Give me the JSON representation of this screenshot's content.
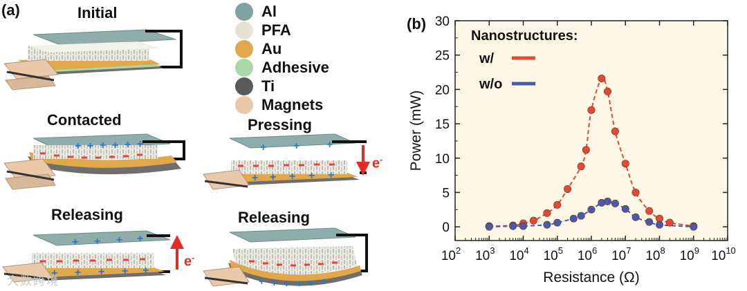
{
  "panel_a": {
    "tag": "(a)",
    "stages": {
      "initial": "Initial",
      "contacted": "Contacted",
      "pressing": "Pressing",
      "releasing_1": "Releasing",
      "releasing_2": "Releasing"
    },
    "electron_label": "e",
    "electron_sup": "-",
    "legend": [
      {
        "label": "Al",
        "color": "#7ea3a0"
      },
      {
        "label": "PFA",
        "color": "#e6e3d6"
      },
      {
        "label": "Au",
        "color": "#e0a84a"
      },
      {
        "label": "Adhesive",
        "color": "#a9d8a8"
      },
      {
        "label": "Ti",
        "color": "#5a5a5a"
      },
      {
        "label": "Magnets",
        "color": "#e9c9aa"
      }
    ],
    "colors": {
      "positive": "#2a78c8",
      "negative": "#e8403a",
      "arrow": "#e02e24"
    }
  },
  "panel_b": {
    "tag": "(b)",
    "legend_title": "Nanostructures:",
    "legend_items": [
      {
        "label": "w/",
        "color": "#e04a36"
      },
      {
        "label": "w/o",
        "color": "#4a5aa8"
      }
    ],
    "plot_background": "#fdf8e6"
  },
  "chart_data": {
    "type": "scatter",
    "xlabel": "Resistance (Ω)",
    "ylabel": "Power (mW)",
    "x_scale": "log",
    "xlim": [
      100,
      10000000000
    ],
    "ylim": [
      -2,
      30
    ],
    "x_tick_labels": [
      {
        "base": "10",
        "exp": "2"
      },
      {
        "base": "10",
        "exp": "3"
      },
      {
        "base": "10",
        "exp": "4"
      },
      {
        "base": "10",
        "exp": "5"
      },
      {
        "base": "10",
        "exp": "6"
      },
      {
        "base": "10",
        "exp": "7"
      },
      {
        "base": "10",
        "exp": "8"
      },
      {
        "base": "10",
        "exp": "9"
      },
      {
        "base": "10",
        "exp": "10"
      }
    ],
    "y_ticks": [
      0,
      5,
      10,
      15,
      20,
      25,
      30
    ],
    "grid": false,
    "series": [
      {
        "name": "w/",
        "color": "#e04a36",
        "points": [
          [
            1000,
            0.1
          ],
          [
            5000,
            0.2
          ],
          [
            10000,
            0.5
          ],
          [
            20000,
            0.9
          ],
          [
            50000,
            2.0
          ],
          [
            100000,
            3.2
          ],
          [
            200000,
            5.5
          ],
          [
            500000,
            8.8
          ],
          [
            700000,
            11.2
          ],
          [
            1000000,
            17.0
          ],
          [
            2000000,
            21.6
          ],
          [
            3000000,
            19.7
          ],
          [
            5000000,
            13.9
          ],
          [
            10000000,
            9.2
          ],
          [
            20000000,
            5.0
          ],
          [
            50000000,
            2.3
          ],
          [
            100000000,
            1.2
          ],
          [
            200000000,
            0.6
          ],
          [
            1000000000,
            0.1
          ]
        ]
      },
      {
        "name": "w/o",
        "color": "#4a5aa8",
        "points": [
          [
            1000,
            0.0
          ],
          [
            5000,
            0.1
          ],
          [
            10000,
            0.1
          ],
          [
            50000,
            0.3
          ],
          [
            100000,
            0.6
          ],
          [
            300000,
            1.2
          ],
          [
            500000,
            1.6
          ],
          [
            1000000,
            2.5
          ],
          [
            2000000,
            3.5
          ],
          [
            3000000,
            3.7
          ],
          [
            5000000,
            3.4
          ],
          [
            10000000,
            2.6
          ],
          [
            20000000,
            1.4
          ],
          [
            50000000,
            0.7
          ],
          [
            100000000,
            0.3
          ],
          [
            1000000000,
            0.0
          ]
        ]
      }
    ]
  },
  "watermark": "大数跨境"
}
